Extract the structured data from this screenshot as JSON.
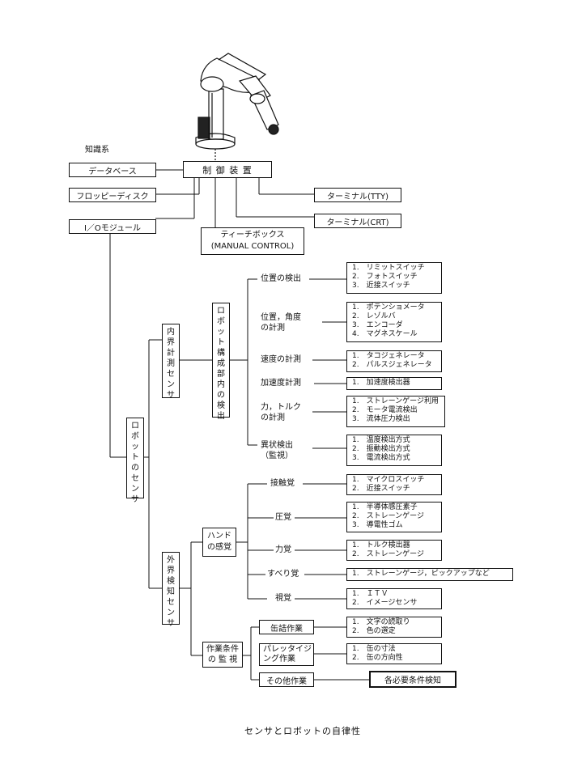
{
  "knowledge_label": "知識系",
  "top": {
    "database": "データベース",
    "controller": "制 御 装 置",
    "floppy": "フロッピーディスク",
    "io_module": "I／Oモジュール",
    "terminal_tty": "ターミナル(TTY)",
    "terminal_crt": "ターミナル(CRT)",
    "teach_box_line1": "ティーチボックス",
    "teach_box_line2": "(MANUAL CONTROL)"
  },
  "robot_sensor": "ロボットのセンサ",
  "internal_sensor": "内界計測センサ",
  "external_sensor": "外界検知センサ",
  "robot_internal_detect": "ロボット構成部内の検出",
  "hand_sense_line1": "ハンド",
  "hand_sense_line2": "の感覚",
  "work_cond_line1": "作業条件",
  "work_cond_line2": "の 監 視",
  "internal_groups": [
    {
      "label1": "位置の検出",
      "label2": "",
      "items": [
        "1.　リミットスイッチ",
        "2.　フォトスイッチ",
        "3.　近接スイッチ"
      ]
    },
    {
      "label1": "位置，角度",
      "label2": "の計測",
      "items": [
        "1.　ポテンショメータ",
        "2.　レゾルバ",
        "3.　エンコーダ",
        "4.　マグネスケール"
      ]
    },
    {
      "label1": "速度の計測",
      "label2": "",
      "items": [
        "1.　タコジェネレータ",
        "2.　パルスジェネレータ"
      ]
    },
    {
      "label1": "加速度計測",
      "label2": "",
      "items": [
        "1.　加速度検出器"
      ]
    },
    {
      "label1": "力，トルク",
      "label2": "の計測",
      "items": [
        "1.　ストレーンゲージ利用",
        "2.　モータ電流検出",
        "3.　流体圧力検出"
      ]
    },
    {
      "label1": "異状検出",
      "label2": "（監視）",
      "items": [
        "1.　温度検出方式",
        "2.　振動検出方式",
        "3.　電流検出方式"
      ]
    }
  ],
  "hand_groups": [
    {
      "label": "接触覚",
      "items": [
        "1.　マイクロスイッチ",
        "2.　近接スイッチ"
      ]
    },
    {
      "label": "圧覚",
      "items": [
        "1.　半導体感圧素子",
        "2.　ストレーンゲージ",
        "3.　導電性ゴム"
      ]
    },
    {
      "label": "力覚",
      "items": [
        "1.　トルク検出器",
        "2.　ストレーンゲージ"
      ]
    },
    {
      "label": "すべり覚",
      "items": [
        "1.　ストレーンゲージ，ピックアップなど"
      ]
    },
    {
      "label": "視覚",
      "items": [
        "1.　ＩＴＶ",
        "2.　イメージセンサ"
      ]
    }
  ],
  "work_groups": [
    {
      "label1": "缶詰作業",
      "label2": "",
      "items": [
        "1.　文字の読取り",
        "2.　色の選定"
      ]
    },
    {
      "label1": "パレッタイジ",
      "label2": "ング作業",
      "items": [
        "1.　缶の寸法",
        "2.　缶の方向性"
      ]
    },
    {
      "label1": "その他作業",
      "label2": "",
      "items": [
        "各必要条件検知"
      ]
    }
  ],
  "caption": "センサとロボットの自律性",
  "icon": "industrial-robot-arm-icon"
}
